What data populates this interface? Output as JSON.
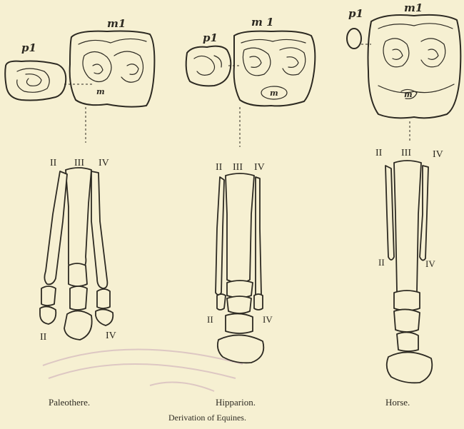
{
  "figure": {
    "caption": "Derivation of Equines.",
    "animals": [
      {
        "name": "Paleothere.",
        "teeth": {
          "premolar": "p1",
          "molar": "m1",
          "inner": "m"
        },
        "digits": {
          "top": [
            "II",
            "III",
            "IV"
          ],
          "bottom": [
            "II",
            "IV"
          ]
        }
      },
      {
        "name": "Hipparion.",
        "teeth": {
          "premolar": "p1",
          "molar": "m 1",
          "inner": "m"
        },
        "digits": {
          "top": [
            "II",
            "III",
            "IV"
          ],
          "bottom": [
            "II",
            "IV"
          ]
        }
      },
      {
        "name": "Horse.",
        "teeth": {
          "premolar": "p1",
          "molar": "m1",
          "inner": "m"
        },
        "digits": {
          "top": [
            "II",
            "III",
            "IV"
          ],
          "bottom": [
            "II",
            "IV"
          ]
        }
      }
    ]
  },
  "colors": {
    "paper": "#f6f0d2",
    "ink": "#2d2a22",
    "stamp": "#c9a6b6"
  }
}
